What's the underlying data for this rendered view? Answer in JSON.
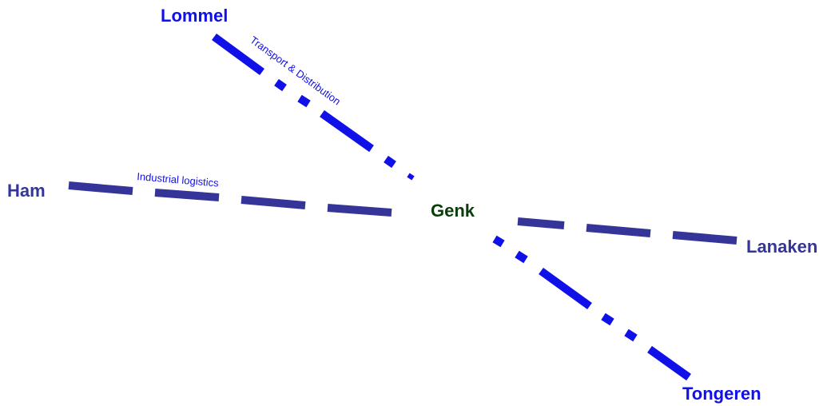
{
  "colors": {
    "background": "#ffffff",
    "bright_blue": "#1010e8",
    "slate_blue": "#353599",
    "dark_green": "#0a3d0a"
  },
  "cities": {
    "lommel": {
      "name": "Lommel",
      "color": "#1010e8"
    },
    "ham": {
      "name": "Ham",
      "color": "#353599"
    },
    "genk": {
      "name": "Genk",
      "color": "#0a3d0a"
    },
    "lanaken": {
      "name": "Lanaken",
      "color": "#353599"
    },
    "tongeren": {
      "name": "Tongeren",
      "color": "#1010e8"
    }
  },
  "corridors": {
    "lommel_genk": {
      "label": "Transport & Distribution",
      "line_style": "dash-dot",
      "color": "#1010e8"
    },
    "ham_genk": {
      "label": "Industrial logistics",
      "line_style": "dashed",
      "color": "#353599"
    },
    "genk_lanaken": {
      "line_style": "dashed",
      "color": "#353599"
    },
    "genk_tongeren": {
      "line_style": "dash-dot",
      "color": "#1010e8"
    }
  }
}
